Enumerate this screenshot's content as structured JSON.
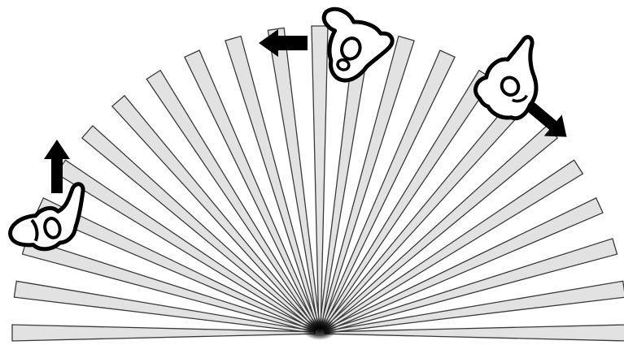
{
  "diagram": {
    "kind": "radial-fan-of-bars",
    "bar_count": 23,
    "angle_range_deg": [
      0,
      180
    ],
    "colors": {
      "background": "#ffffff",
      "bar_fill": "#e2e2e2",
      "bar_stroke": "#3a3a3a",
      "figure_stroke": "#000000",
      "arrow_fill": "#000000"
    }
  },
  "figures": [
    {
      "name": "figure-left",
      "icon": "person-top-view-icon"
    },
    {
      "name": "figure-top",
      "icon": "person-top-view-icon"
    },
    {
      "name": "figure-right",
      "icon": "person-top-view-icon"
    }
  ],
  "arrows": [
    {
      "name": "arrow-up",
      "icon": "arrow-up-icon",
      "direction": "up"
    },
    {
      "name": "arrow-left",
      "icon": "arrow-left-icon",
      "direction": "left"
    },
    {
      "name": "arrow-down-right",
      "icon": "arrow-down-right-icon",
      "direction": "down-right"
    }
  ]
}
